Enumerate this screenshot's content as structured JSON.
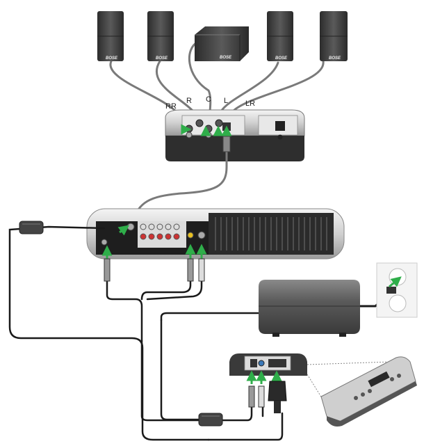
{
  "speakers": {
    "channels": [
      {
        "id": "rr",
        "label": "RR"
      },
      {
        "id": "r",
        "label": "R"
      },
      {
        "id": "c",
        "label": "C"
      },
      {
        "id": "l",
        "label": "L"
      },
      {
        "id": "lr",
        "label": "LR"
      }
    ],
    "brand_mark": "BOSE"
  },
  "colors": {
    "cable": "#7a7a7a",
    "cable_dark": "#1a1a1a",
    "arrow_green": "#2fae4a",
    "device_dark": "#3a3a3a",
    "device_light": "#d6d6d6",
    "outlet": "#f2f2f2"
  },
  "icons": [
    "speaker-cube",
    "center-speaker",
    "bass-module",
    "media-center",
    "power-supply",
    "wall-outlet",
    "interface-module",
    "remote-pod",
    "ferrite-core",
    "connection-arrow"
  ]
}
